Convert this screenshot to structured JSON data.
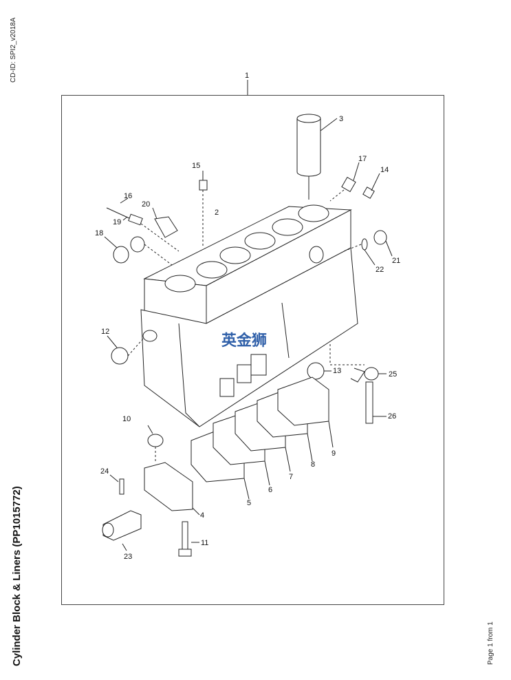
{
  "header": {
    "cd_id": "CD-ID: SPI2_v2018A"
  },
  "footer": {
    "title": "Cylinder Block & Liners (PP1015772)",
    "page": "Page 1 from 1"
  },
  "watermark": {
    "text": "英金狮",
    "color": "#1a4fa0"
  },
  "callouts": {
    "c1": "1",
    "c2": "2",
    "c3": "3",
    "c4": "4",
    "c5": "5",
    "c6": "6",
    "c7": "7",
    "c8": "8",
    "c9": "9",
    "c10": "10",
    "c11": "11",
    "c12": "12",
    "c13": "13",
    "c14": "14",
    "c15": "15",
    "c16": "16",
    "c17": "17",
    "c18": "18",
    "c19": "19",
    "c20": "20",
    "c21": "21",
    "c22": "22",
    "c23": "23",
    "c24": "24",
    "c25": "25",
    "c26": "26"
  }
}
